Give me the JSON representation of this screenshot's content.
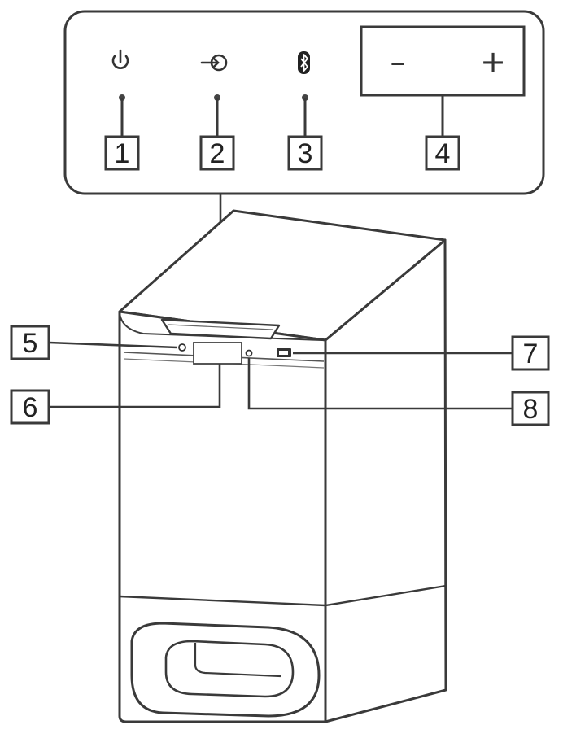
{
  "callouts": {
    "c1": "1",
    "c2": "2",
    "c3": "3",
    "c4": "4",
    "c5": "5",
    "c6": "6",
    "c7": "7",
    "c8": "8"
  },
  "volume_buttons": {
    "minus": "–",
    "plus": "+"
  },
  "icons": {
    "c1": "power-icon",
    "c2": "input-icon",
    "c3": "bluetooth-icon"
  },
  "colors": {
    "line": "#3a3a3a",
    "body_fill": "#ffffff"
  }
}
